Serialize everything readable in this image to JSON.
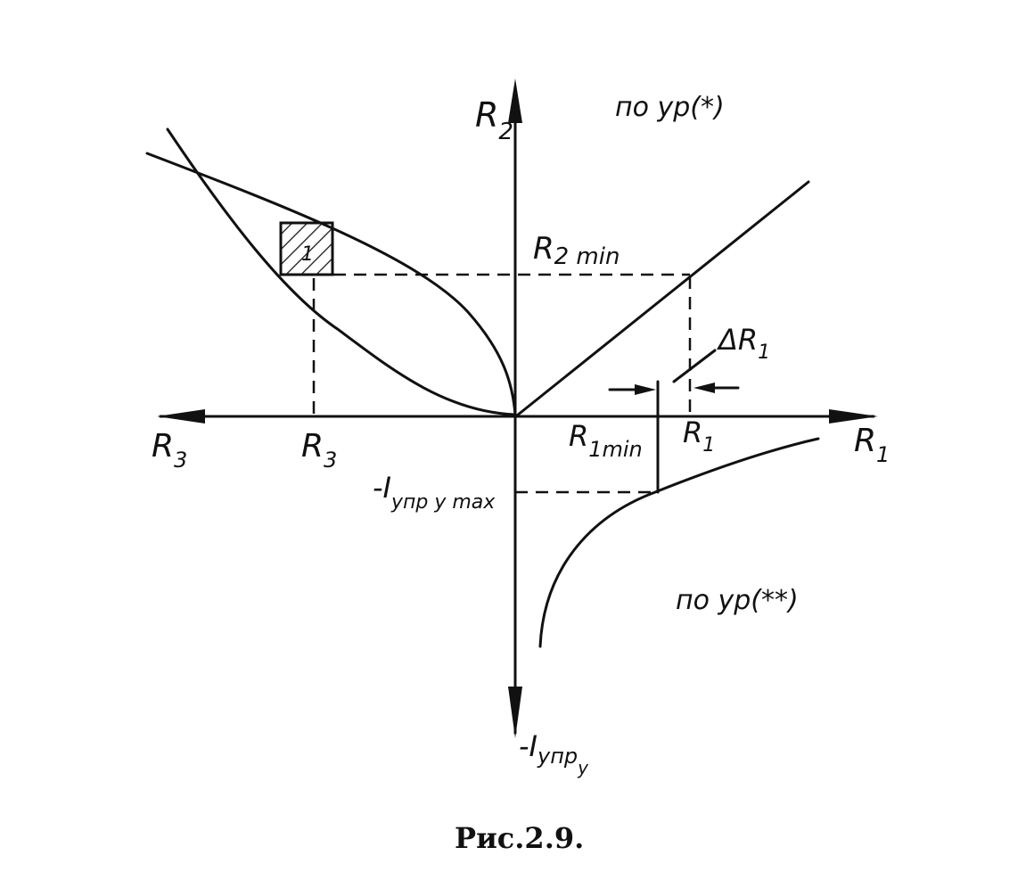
{
  "labels": {
    "r2_axis": "R",
    "r2_sub": "2",
    "r1_axis": "R",
    "r1_sub": "1",
    "r3_axis": "R",
    "r3_sub": "3",
    "r3_tick": "R",
    "r3_tick_sub": "3",
    "r1_tick": "R",
    "r1_tick_sub": "1",
    "r1min": "R",
    "r1min_sub": "1min",
    "r2min": "R",
    "r2min_sub": "2 min",
    "delta_r1": "ΔR",
    "delta_r1_sub": "1",
    "i_max": "-I",
    "i_max_sub": "упр у max",
    "i_axis": "-I",
    "i_axis_sub": "упр",
    "i_axis_sub2": "у",
    "eq1": "по ур(*)",
    "eq2": "по ур(**)",
    "box_mark": "1"
  },
  "caption": "Рис.2.9."
}
